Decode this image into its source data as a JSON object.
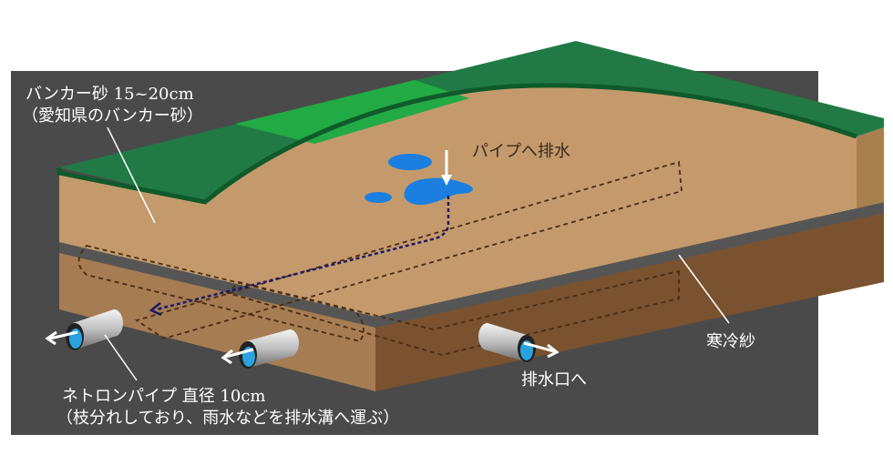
{
  "labels": {
    "bunker_sand": "バンカー砂 15~20cm",
    "bunker_sand_note": "（愛知県のバンカー砂）",
    "drain_to_pipe": "パイプへ排水",
    "cheesecloth": "寒冷紗",
    "to_outlet": "排水口へ",
    "netron_pipe": "ネトロンパイプ 直径 10cm",
    "netron_pipe_note": "（枝分れしており、雨水などを排水溝へ運ぶ）"
  },
  "colors": {
    "background": "#4a4a4a",
    "turf_dark": "#217a45",
    "turf_light": "#22aa44",
    "sand": "#c49a6c",
    "cheesecloth": "#555555",
    "soil_left": "#a67c52",
    "soil_right": "#7a5230",
    "water": "#1a7fe0",
    "flow_path": "#1a1a6a",
    "trench_outline": "#4a2c14"
  }
}
